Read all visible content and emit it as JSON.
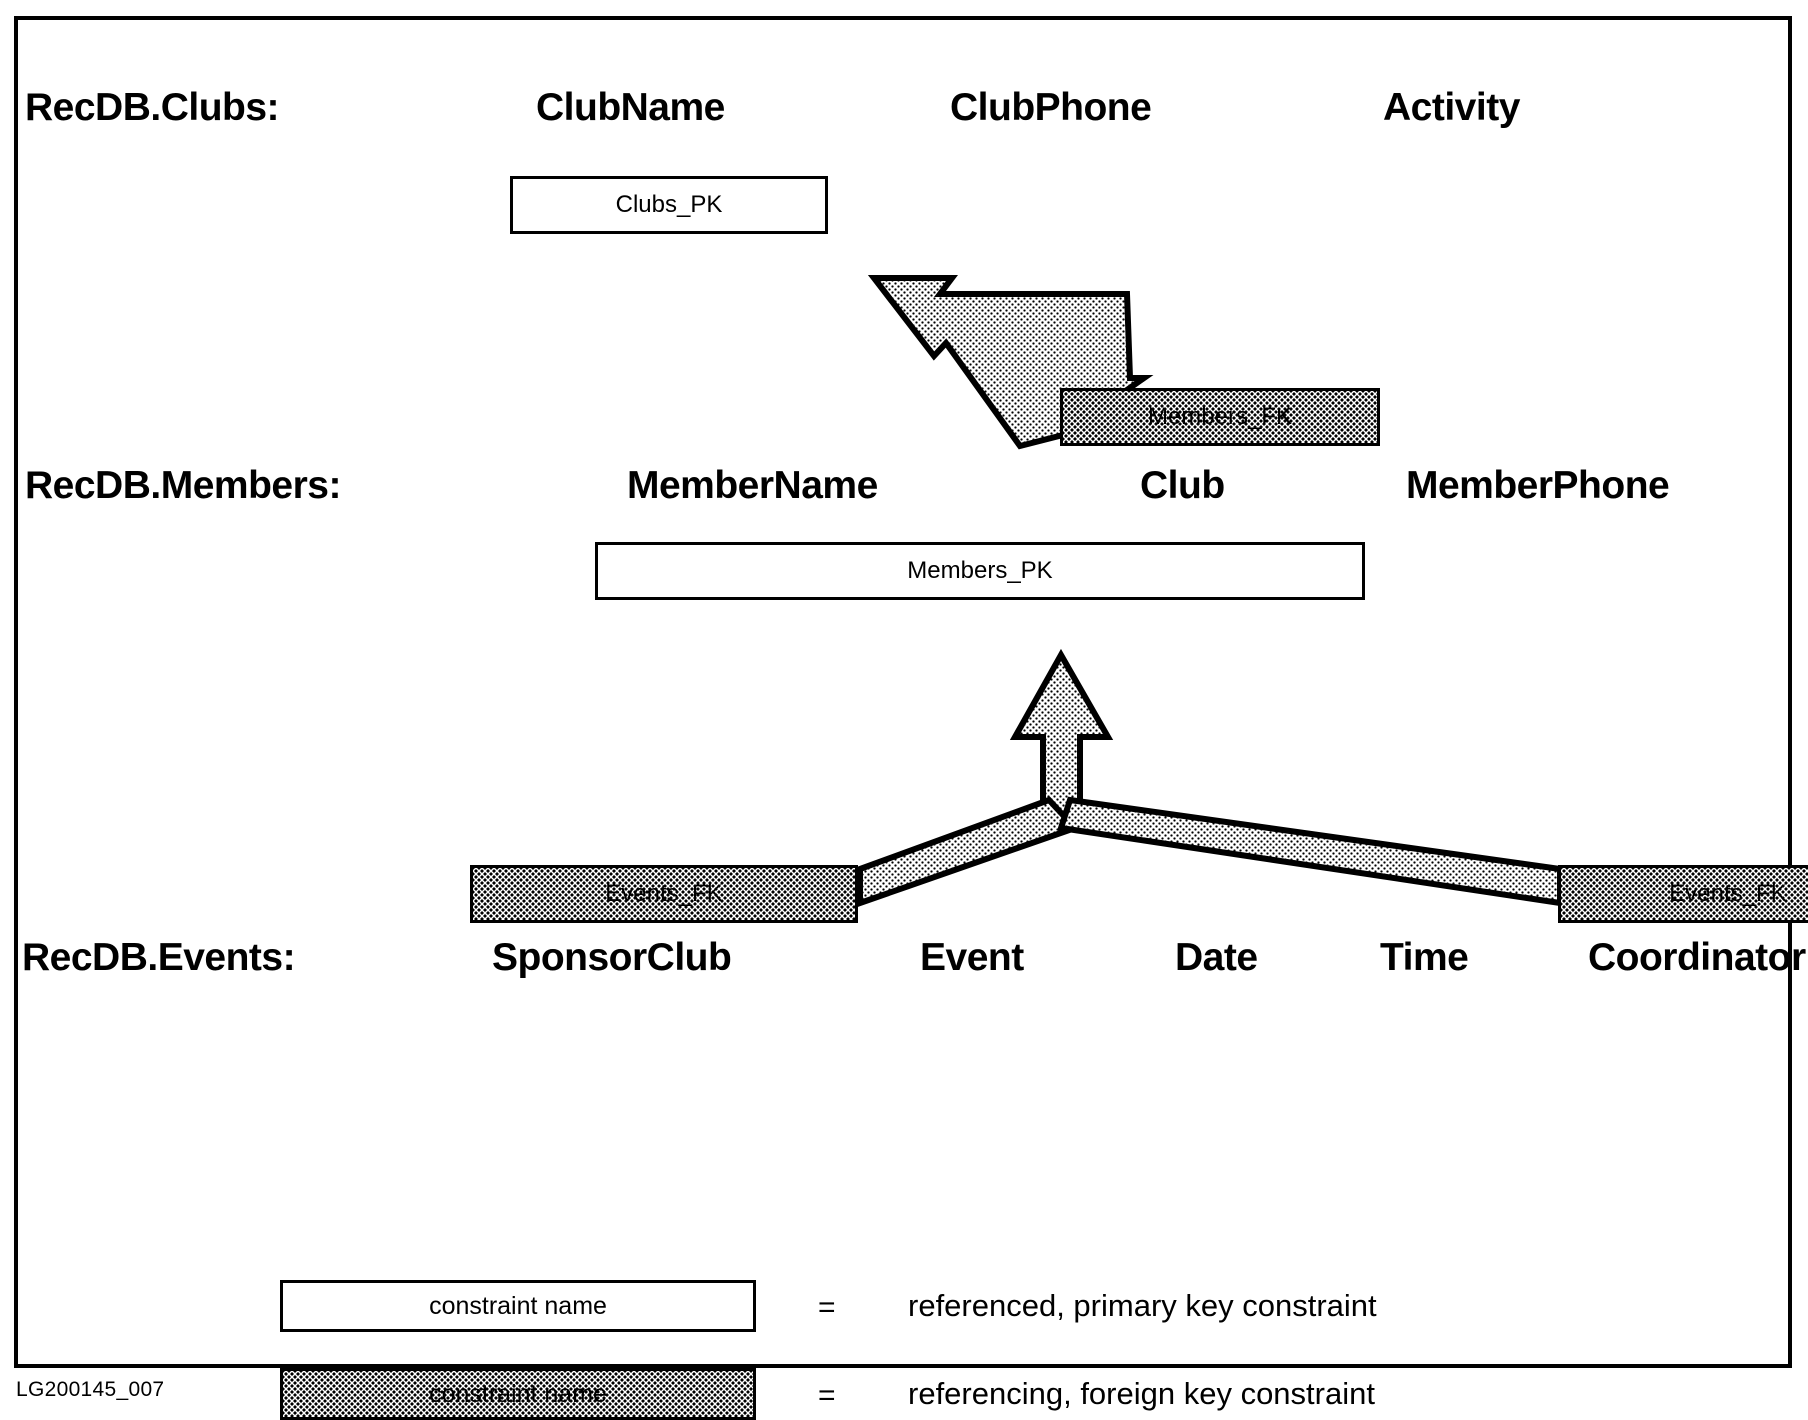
{
  "figure": {
    "id_label": "LG200145_007"
  },
  "tables": [
    {
      "name": "RecDB.Clubs:",
      "columns": [
        "ClubName",
        "ClubPhone",
        "Activity"
      ]
    },
    {
      "name": "RecDB.Members:",
      "columns": [
        "MemberName",
        "Club",
        "MemberPhone"
      ]
    },
    {
      "name": "RecDB.Events:",
      "columns": [
        "SponsorClub",
        "Event",
        "Date",
        "Time",
        "Coordinator"
      ]
    }
  ],
  "constraints": {
    "clubs_pk": {
      "label": "Clubs_PK",
      "kind": "primary-key",
      "style": "plain",
      "covers": "RecDB.Clubs.ClubName"
    },
    "members_pk": {
      "label": "Members_PK",
      "kind": "primary-key",
      "style": "plain",
      "covers": "RecDB.Members.MemberName, RecDB.Members.Club"
    },
    "members_fk": {
      "label": "Members_FK",
      "kind": "foreign-key",
      "style": "stippled",
      "from": "RecDB.Members.Club",
      "to": "Clubs_PK"
    },
    "events_fk_left": {
      "label": "Events_FK",
      "kind": "foreign-key",
      "style": "stippled",
      "from": "RecDB.Events.SponsorClub",
      "to": "Members_PK"
    },
    "events_fk_right": {
      "label": "Events_FK",
      "kind": "foreign-key",
      "style": "stippled",
      "from": "RecDB.Events.Coordinator",
      "to": "Members_PK"
    }
  },
  "legend": {
    "rows": [
      {
        "box_label": "constraint name",
        "equals": "=",
        "description": "referenced, primary key constraint",
        "style": "plain"
      },
      {
        "box_label": "constraint name",
        "equals": "=",
        "description": "referencing, foreign key constraint",
        "style": "stippled"
      }
    ]
  },
  "colors": {
    "ink": "#000000",
    "paper": "#ffffff"
  }
}
